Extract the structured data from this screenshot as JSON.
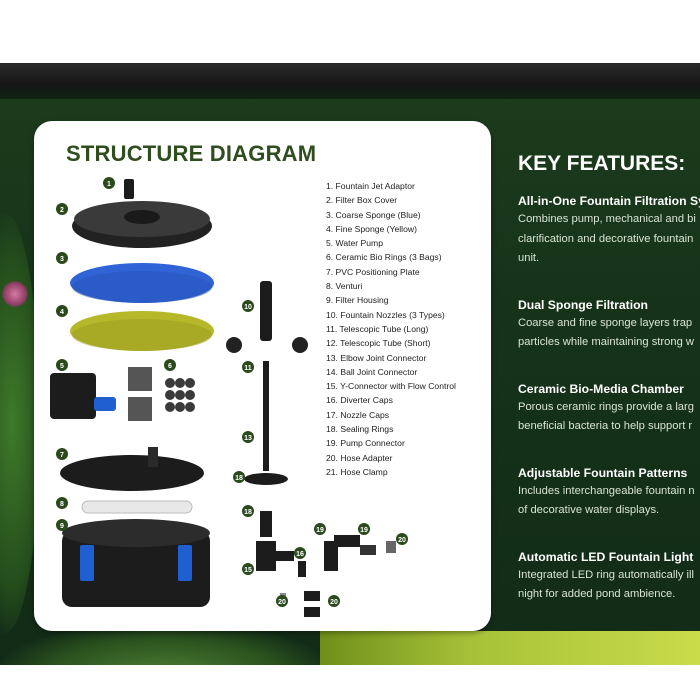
{
  "diagram": {
    "title": "STRUCTURE DIAGRAM",
    "parts": [
      "1. Fountain Jet Adaptor",
      "2. Filter Box Cover",
      "3. Coarse Sponge (Blue)",
      "4. Fine Sponge (Yellow)",
      "5. Water Pump",
      "6. Ceramic Bio Rings (3 Bags)",
      "7. PVC Positioning Plate",
      "8. Venturi",
      "9. Filter Housing",
      "10. Fountain Nozzles (3 Types)",
      "11. Telescopic Tube (Long)",
      "12. Telescopic Tube (Short)",
      "13. Elbow Joint Connector",
      "14. Ball Joint Connector",
      "15. Y-Connector with Flow Control",
      "16. Diverter Caps",
      "17. Nozzle Caps",
      "18. Sealing Rings",
      "19. Pump Connector",
      "20. Hose Adapter",
      "21. Hose Clamp"
    ],
    "callouts": [
      "1",
      "2",
      "3",
      "4",
      "5",
      "6",
      "7",
      "8",
      "9",
      "10",
      "11",
      "13",
      "18",
      "18",
      "15",
      "19",
      "19",
      "16",
      "20",
      "20",
      "20"
    ],
    "colors": {
      "title": "#2f4d1e",
      "callout": "#2a4a1e",
      "blue_sponge": "#2f63d6",
      "yellow_sponge": "#b6b82a",
      "blue_clip": "#1f5fd1",
      "black_part": "#1c1c1c"
    }
  },
  "features": {
    "heading": "KEY FEATURES:",
    "items": [
      {
        "title": "All-in-One Fountain Filtration Sy",
        "lines": [
          "Combines pump, mechanical and bi",
          "clarification and decorative fountain",
          "unit."
        ]
      },
      {
        "title": "Dual Sponge Filtration",
        "lines": [
          "Coarse and fine sponge layers trap",
          "particles while maintaining strong w"
        ]
      },
      {
        "title": "Ceramic Bio-Media Chamber",
        "lines": [
          "Porous ceramic rings provide a larg",
          "beneficial bacteria to help support r"
        ]
      },
      {
        "title": "Adjustable Fountain Patterns",
        "lines": [
          "Includes interchangeable fountain n",
          "of decorative water displays."
        ]
      },
      {
        "title": "Automatic LED Fountain Light",
        "lines": [
          "Integrated LED ring automatically ill",
          "night for added pond ambience."
        ]
      }
    ]
  }
}
